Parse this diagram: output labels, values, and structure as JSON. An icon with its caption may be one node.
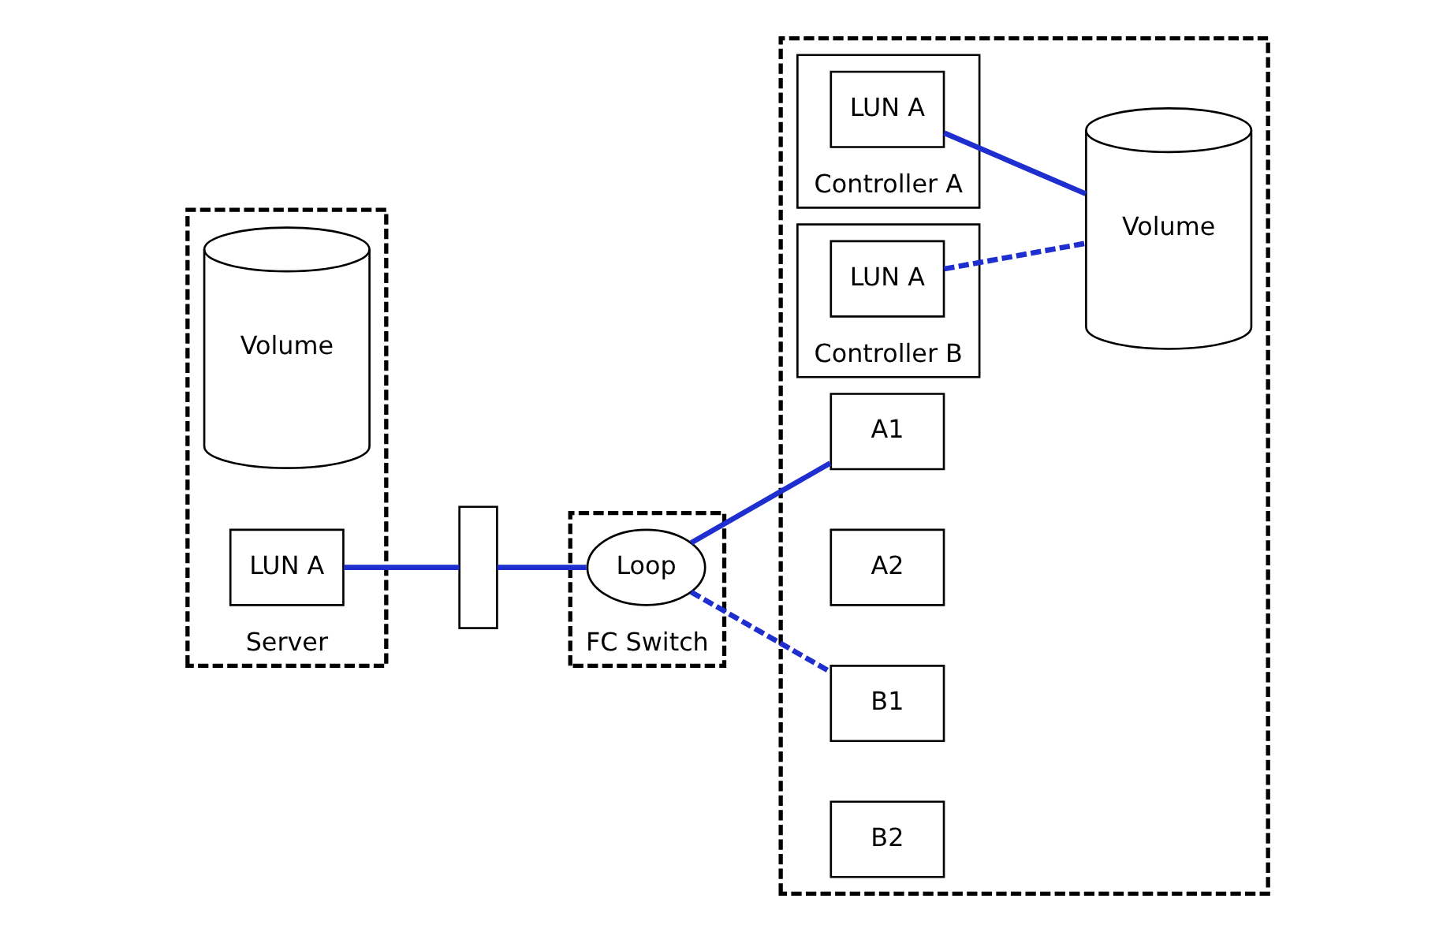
{
  "diagram": {
    "nodes": [
      {
        "text": [
          "Server"
        ]
      },
      {
        "text": [
          "Volume"
        ],
        "in": 0
      },
      {
        "text": [
          "LUN A"
        ],
        "in": 0
      },
      {
        "text": [],
        "shape": "box"
      },
      {
        "text": [
          "FC Switch"
        ]
      },
      {
        "text": [
          "Loop"
        ],
        "in": 4
      },
      {
        "text": [],
        "shape": "box"
      },
      {
        "text": [
          "Controller A"
        ],
        "in": 6
      },
      {
        "text": [
          "A1"
        ],
        "in": 6
      },
      {
        "text": [
          "A2"
        ],
        "in": 6
      },
      {
        "text": [
          "LUN A"
        ],
        "in": 7
      },
      {
        "text": [
          "Controller B"
        ],
        "in": 6
      },
      {
        "text": [
          "B1"
        ],
        "in": 6
      },
      {
        "text": [
          "B2"
        ],
        "in": 6
      },
      {
        "text": [
          "LUN A"
        ],
        "in": 11
      },
      {
        "text": [
          "Volume"
        ],
        "in": 6
      }
    ],
    "edges": [
      {
        "from": 2,
        "to": 3,
        "arrow": "none"
      },
      {
        "from": 3,
        "to": 5,
        "arrow": "none"
      },
      {
        "from": 5,
        "to": 8,
        "arrow": "none"
      },
      {
        "from": 5,
        "to": 12,
        "arrow": "none",
        "style": "dashed"
      },
      {
        "from": 10,
        "to": 15,
        "arrow": "none"
      },
      {
        "from": 14,
        "to": 15,
        "arrow": "none",
        "style": "dashed"
      }
    ]
  }
}
